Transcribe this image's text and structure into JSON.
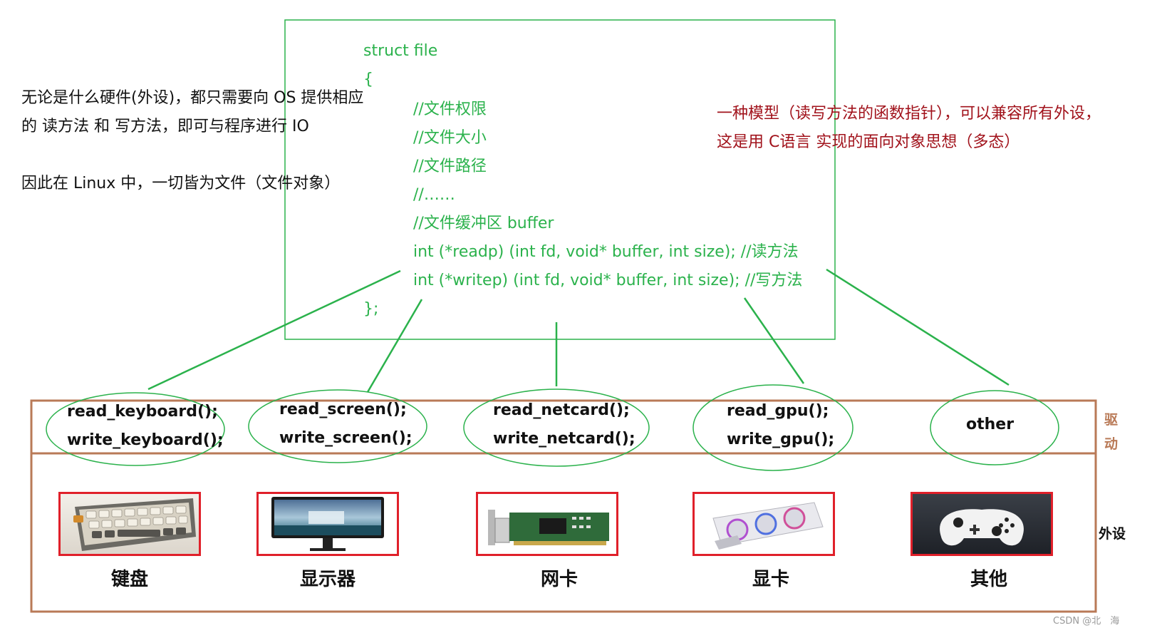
{
  "notes": {
    "left_line1": "无论是什么硬件(外设)，都只需要向 OS 提供相应",
    "left_line2": "的 读方法 和 写方法，即可与程序进行 IO",
    "left_line3": "因此在 Linux 中，一切皆为文件（文件对象）",
    "right_line1": "一种模型（读写方法的函数指针），可以兼容所有外设，",
    "right_line2": "这是用 C语言 实现的面向对象思想（多态）"
  },
  "code": {
    "l1": "struct file",
    "l2": "{",
    "l3": "//文件权限",
    "l4": "//文件大小",
    "l5": "//文件路径",
    "l6": "//……",
    "l7": "//文件缓冲区 buffer",
    "l8": "int (*readp) (int fd, void* buffer, int size);   //读方法",
    "l9": "int (*writep) (int fd, void* buffer, int size);   //写方法",
    "l10": "};"
  },
  "drivers": [
    {
      "read": "read_keyboard();",
      "write": "write_keyboard();"
    },
    {
      "read": "read_screen();",
      "write": "write_screen();"
    },
    {
      "read": "read_netcard();",
      "write": "write_netcard();"
    },
    {
      "read": "read_gpu();",
      "write": "write_gpu();"
    },
    {
      "read": "other",
      "write": ""
    }
  ],
  "side_labels": {
    "driver_1": "驱",
    "driver_2": "动",
    "peripheral": "外设"
  },
  "devices": [
    {
      "label": "键盘",
      "icon": "keyboard-icon"
    },
    {
      "label": "显示器",
      "icon": "monitor-icon"
    },
    {
      "label": "网卡",
      "icon": "network-card-icon"
    },
    {
      "label": "显卡",
      "icon": "gpu-icon"
    },
    {
      "label": "其他",
      "icon": "gamepad-icon"
    }
  ],
  "watermark": "CSDN @北　海",
  "colors": {
    "code_green": "#2bb24c",
    "box_green": "#2bb24c",
    "outer_brown": "#b97a57",
    "note_red": "#a1121b",
    "image_border_red": "#e0202a"
  }
}
